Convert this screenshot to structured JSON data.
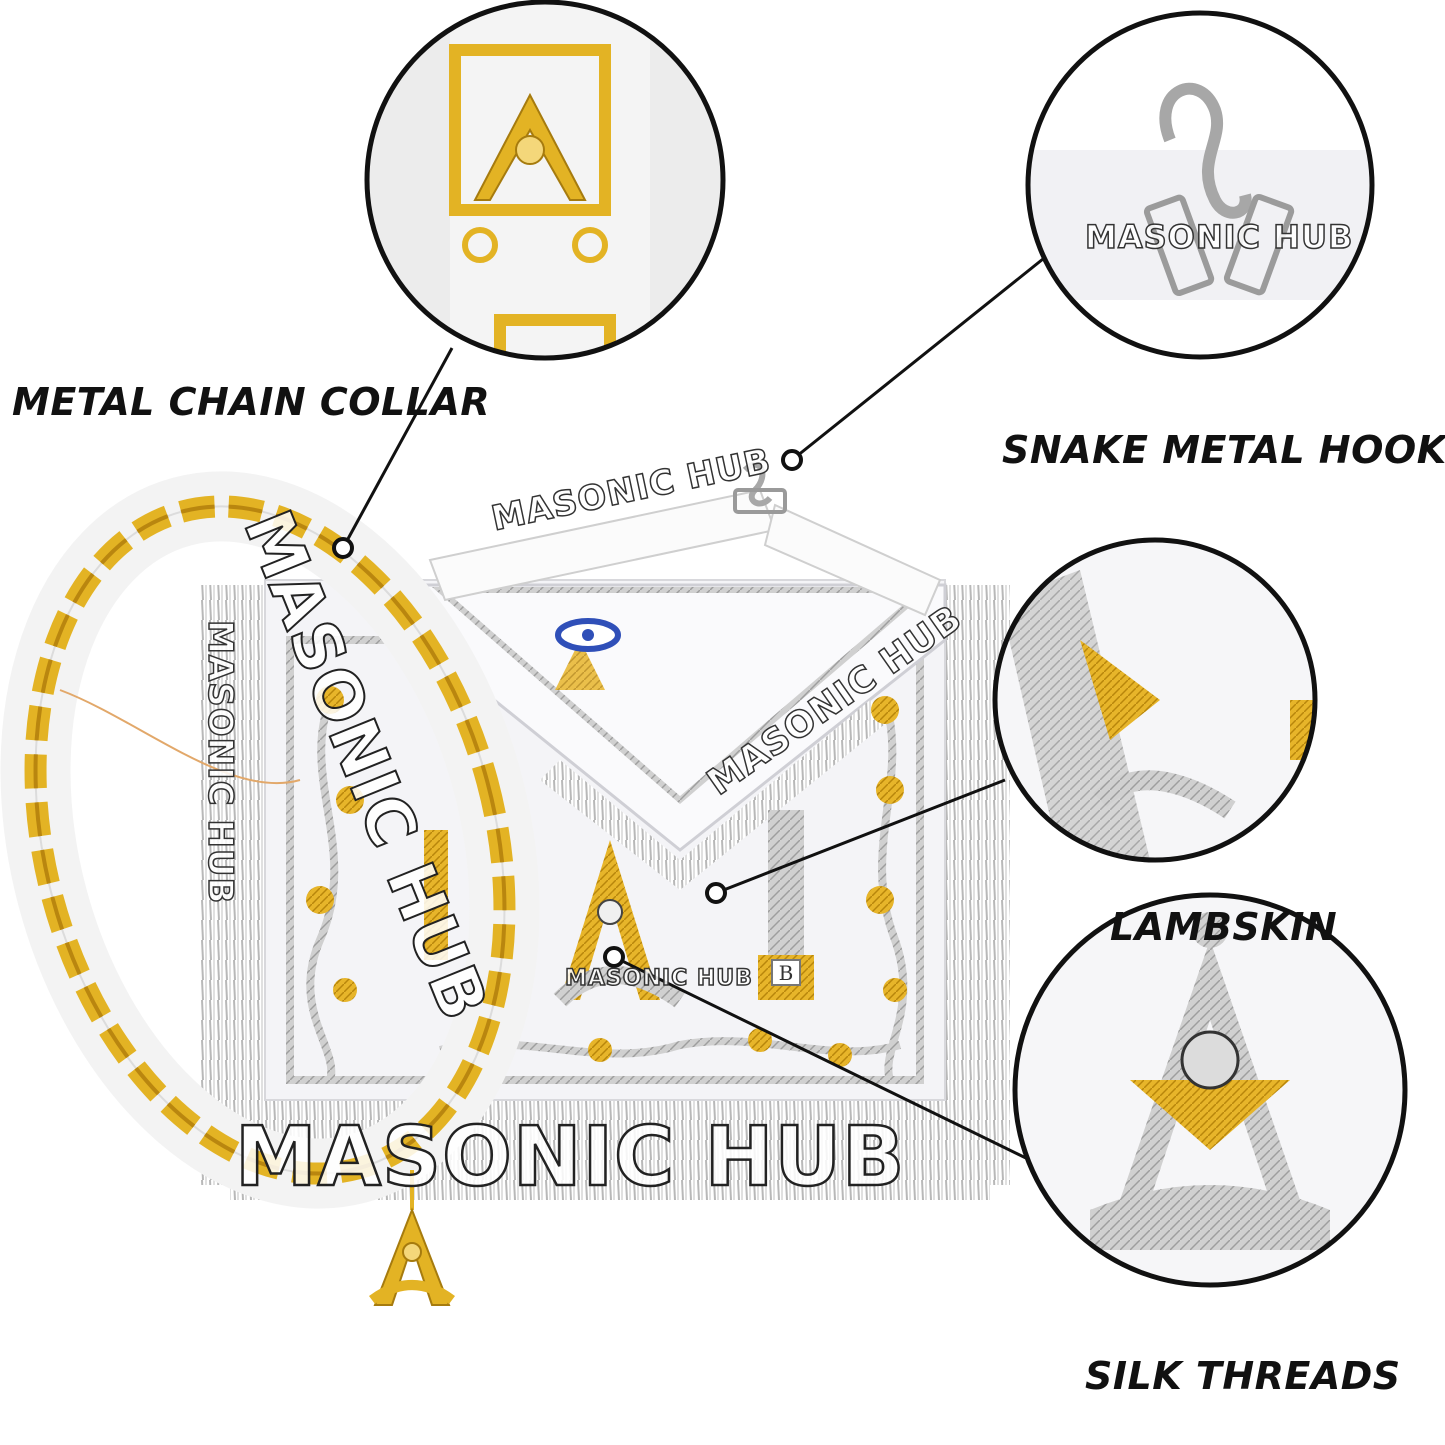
{
  "labels": {
    "collar": "METAL CHAIN COLLAR",
    "hook": "SNAKE METAL HOOK",
    "lambskin": "LAMBSKIN",
    "silk": "SILK THREADS"
  },
  "watermark": "MASONIC HUB",
  "colors": {
    "gold": "#e3b324",
    "silver": "#c7c7c7",
    "apron": "#f4f4f7",
    "text": "#111111",
    "eye_blue": "#2f4fb8"
  }
}
